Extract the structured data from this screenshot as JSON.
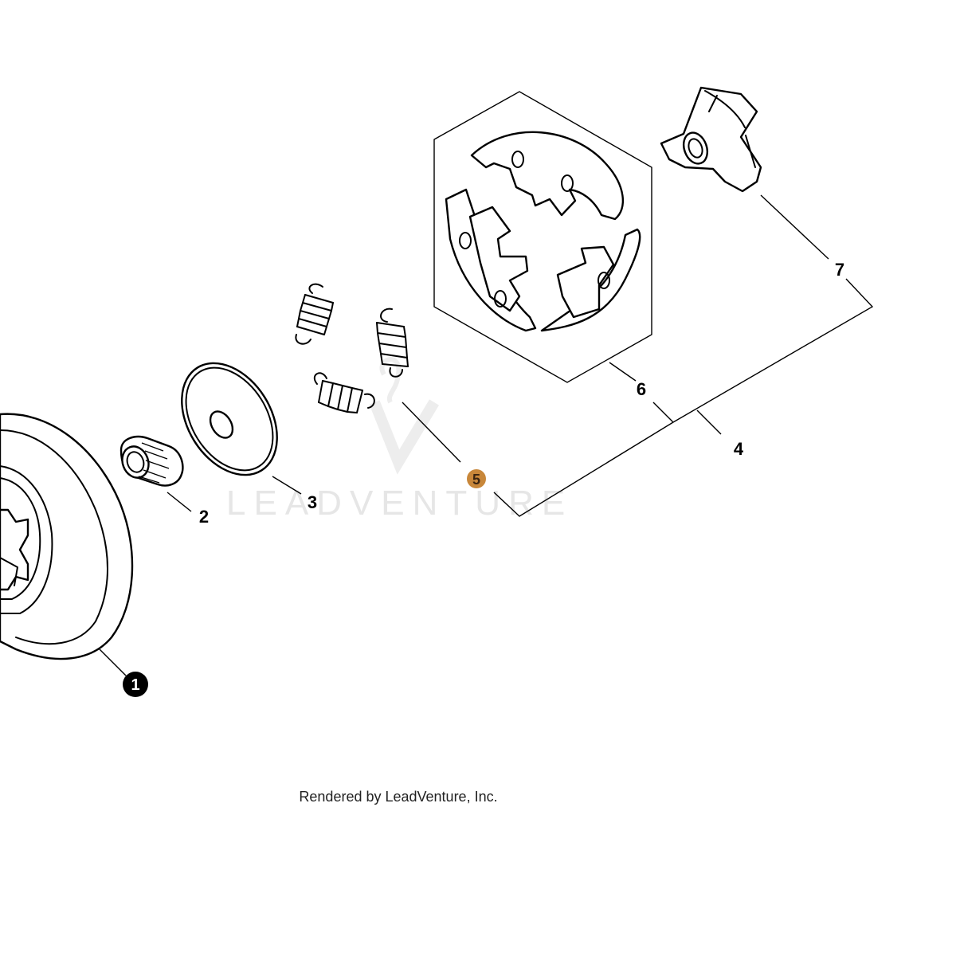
{
  "watermark": "LEADVENTURE",
  "footer": "Rendered by LeadVenture, Inc.",
  "callouts": [
    {
      "id": "1",
      "style": "badge-dark"
    },
    {
      "id": "2",
      "style": "plain"
    },
    {
      "id": "3",
      "style": "plain"
    },
    {
      "id": "4",
      "style": "plain"
    },
    {
      "id": "5",
      "style": "badge-highlight"
    },
    {
      "id": "6",
      "style": "plain"
    },
    {
      "id": "7",
      "style": "plain"
    }
  ],
  "colors": {
    "line": "#000000",
    "highlight": "#c8873a",
    "watermark": "#e6e6e6"
  }
}
